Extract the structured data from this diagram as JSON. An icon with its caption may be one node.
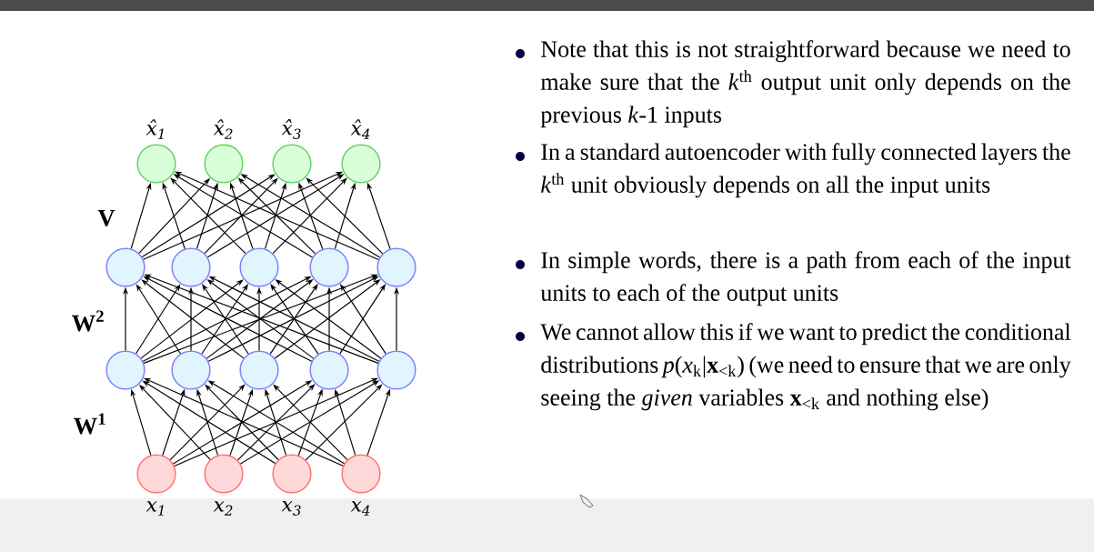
{
  "diagram": {
    "nodes": [
      {
        "text": [],
        "shape": "circle",
        "beside": [
          "x̂$_{1}$"
        ]
      },
      {
        "text": [],
        "shape": "circle",
        "beside": [
          "x̂$_{2}$"
        ]
      },
      {
        "text": [],
        "shape": "circle",
        "beside": [
          "x̂$_{3}$"
        ]
      },
      {
        "text": [],
        "shape": "circle",
        "beside": [
          "x̂$_{4}$"
        ]
      },
      {
        "text": [],
        "shape": "circle"
      },
      {
        "text": [],
        "shape": "circle"
      },
      {
        "text": [],
        "shape": "circle"
      },
      {
        "text": [],
        "shape": "circle"
      },
      {
        "text": [],
        "shape": "circle"
      },
      {
        "text": [],
        "shape": "circle"
      },
      {
        "text": [],
        "shape": "circle"
      },
      {
        "text": [],
        "shape": "circle"
      },
      {
        "text": [],
        "shape": "circle"
      },
      {
        "text": [],
        "shape": "circle"
      },
      {
        "text": [],
        "shape": "circle",
        "beside": [
          "x$_{1}$"
        ]
      },
      {
        "text": [],
        "shape": "circle",
        "beside": [
          "x$_{2}$"
        ]
      },
      {
        "text": [],
        "shape": "circle",
        "beside": [
          "x$_{3}$"
        ]
      },
      {
        "text": [],
        "shape": "circle",
        "beside": [
          "x$_{4}$"
        ]
      }
    ],
    "edges": [
      {
        "from": 14,
        "to": 9,
        "arrow": "to"
      },
      {
        "from": 14,
        "to": 10,
        "arrow": "to"
      },
      {
        "from": 14,
        "to": 11,
        "arrow": "to"
      },
      {
        "from": 14,
        "to": 12,
        "arrow": "to"
      },
      {
        "from": 14,
        "to": 13,
        "arrow": "to"
      },
      {
        "from": 15,
        "to": 9,
        "arrow": "to"
      },
      {
        "from": 15,
        "to": 10,
        "arrow": "to"
      },
      {
        "from": 15,
        "to": 11,
        "arrow": "to"
      },
      {
        "from": 15,
        "to": 12,
        "arrow": "to"
      },
      {
        "from": 15,
        "to": 13,
        "arrow": "to"
      },
      {
        "from": 16,
        "to": 9,
        "arrow": "to"
      },
      {
        "from": 16,
        "to": 10,
        "arrow": "to"
      },
      {
        "from": 16,
        "to": 11,
        "arrow": "to"
      },
      {
        "from": 16,
        "to": 12,
        "arrow": "to"
      },
      {
        "from": 16,
        "to": 13,
        "arrow": "to"
      },
      {
        "from": 17,
        "to": 9,
        "arrow": "to"
      },
      {
        "from": 17,
        "to": 10,
        "arrow": "to"
      },
      {
        "from": 17,
        "to": 11,
        "arrow": "to"
      },
      {
        "from": 17,
        "to": 12,
        "arrow": "to"
      },
      {
        "from": 17,
        "to": 13,
        "arrow": "to"
      },
      {
        "from": 9,
        "to": 4,
        "arrow": "to"
      },
      {
        "from": 9,
        "to": 5,
        "arrow": "to"
      },
      {
        "from": 9,
        "to": 6,
        "arrow": "to"
      },
      {
        "from": 9,
        "to": 7,
        "arrow": "to"
      },
      {
        "from": 9,
        "to": 8,
        "arrow": "to"
      },
      {
        "from": 10,
        "to": 4,
        "arrow": "to"
      },
      {
        "from": 10,
        "to": 5,
        "arrow": "to"
      },
      {
        "from": 10,
        "to": 6,
        "arrow": "to"
      },
      {
        "from": 10,
        "to": 7,
        "arrow": "to"
      },
      {
        "from": 10,
        "to": 8,
        "arrow": "to"
      },
      {
        "from": 11,
        "to": 4,
        "arrow": "to"
      },
      {
        "from": 11,
        "to": 5,
        "arrow": "to"
      },
      {
        "from": 11,
        "to": 6,
        "arrow": "to"
      },
      {
        "from": 11,
        "to": 7,
        "arrow": "to"
      },
      {
        "from": 11,
        "to": 8,
        "arrow": "to"
      },
      {
        "from": 12,
        "to": 4,
        "arrow": "to"
      },
      {
        "from": 12,
        "to": 5,
        "arrow": "to"
      },
      {
        "from": 12,
        "to": 6,
        "arrow": "to"
      },
      {
        "from": 12,
        "to": 7,
        "arrow": "to"
      },
      {
        "from": 12,
        "to": 8,
        "arrow": "to"
      },
      {
        "from": 13,
        "to": 4,
        "arrow": "to"
      },
      {
        "from": 13,
        "to": 5,
        "arrow": "to"
      },
      {
        "from": 13,
        "to": 6,
        "arrow": "to"
      },
      {
        "from": 13,
        "to": 7,
        "arrow": "to"
      },
      {
        "from": 13,
        "to": 8,
        "arrow": "to"
      },
      {
        "from": 4,
        "to": 0,
        "arrow": "to"
      },
      {
        "from": 4,
        "to": 1,
        "arrow": "to"
      },
      {
        "from": 4,
        "to": 2,
        "arrow": "to"
      },
      {
        "from": 4,
        "to": 3,
        "arrow": "to"
      },
      {
        "from": 5,
        "to": 0,
        "arrow": "to"
      },
      {
        "from": 5,
        "to": 1,
        "arrow": "to"
      },
      {
        "from": 5,
        "to": 2,
        "arrow": "to"
      },
      {
        "from": 5,
        "to": 3,
        "arrow": "to"
      },
      {
        "from": 6,
        "to": 0,
        "arrow": "to"
      },
      {
        "from": 6,
        "to": 1,
        "arrow": "to"
      },
      {
        "from": 6,
        "to": 2,
        "arrow": "to"
      },
      {
        "from": 6,
        "to": 3,
        "arrow": "to"
      },
      {
        "from": 7,
        "to": 0,
        "arrow": "to"
      },
      {
        "from": 7,
        "to": 1,
        "arrow": "to"
      },
      {
        "from": 7,
        "to": 2,
        "arrow": "to"
      },
      {
        "from": 7,
        "to": 3,
        "arrow": "to"
      },
      {
        "from": 8,
        "to": 0,
        "arrow": "to"
      },
      {
        "from": 8,
        "to": 1,
        "arrow": "to"
      },
      {
        "from": 8,
        "to": 2,
        "arrow": "to"
      },
      {
        "from": 8,
        "to": 3,
        "arrow": "to"
      }
    ],
    "labels": [
      "V",
      "W$^{2}$",
      "W$^{1}$",
      "Note that this is not straightforward because we need to make sure that the *k*$^{th}$ output unit only depends on the previous *k*-1 inputs",
      "In a standard autoencoder with fully connected layers the *k*$^{th}$ unit obviously depends on all the input units",
      "In simple words, there is a path from each of the input units to each of the output units",
      "We cannot allow this if we want to predict the conditional distributions *p*(*x*$_{k}$|**x**$_{<k}$) (we need to ensure that we are only seeing the *given* variables **x**$_{<k}$ and nothing else)"
    ]
  }
}
